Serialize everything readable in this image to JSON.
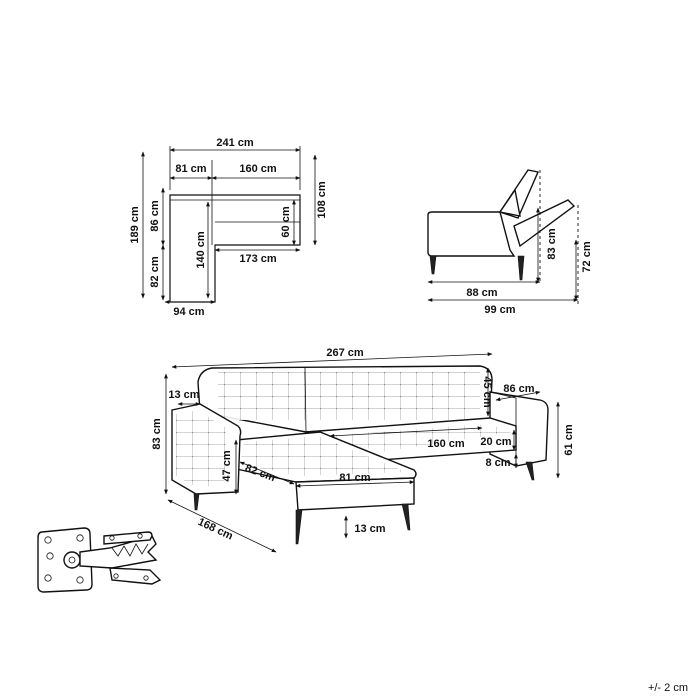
{
  "top_view": {
    "total_width": "241 cm",
    "chaise_width": "81 cm",
    "sofa_seat_width": "160 cm",
    "total_depth": "189 cm",
    "back_depth": "86 cm",
    "chaise_extension": "82 cm",
    "chaise_length": "140 cm",
    "right_depth": "108 cm",
    "seat_depth": "60 cm",
    "inner_length": "173 cm",
    "chaise_outer_width": "94 cm"
  },
  "side_view": {
    "depth_88": "88 cm",
    "depth_99": "99 cm",
    "height_83": "83 cm",
    "height_72": "72 cm"
  },
  "main_view": {
    "length": "267 cm",
    "arm": "13 cm",
    "back_height": "45 cm",
    "depth": "86 cm",
    "height": "83 cm",
    "seat_width": "160 cm",
    "cushion": "20 cm",
    "height_right": "61 cm",
    "thickness": "8 cm",
    "armrest_height": "47 cm",
    "chaise_depth": "82 cm",
    "chaise_width": "81 cm",
    "total_depth": "168 cm",
    "leg_height": "13 cm"
  },
  "tolerance": "+/- 2 cm"
}
